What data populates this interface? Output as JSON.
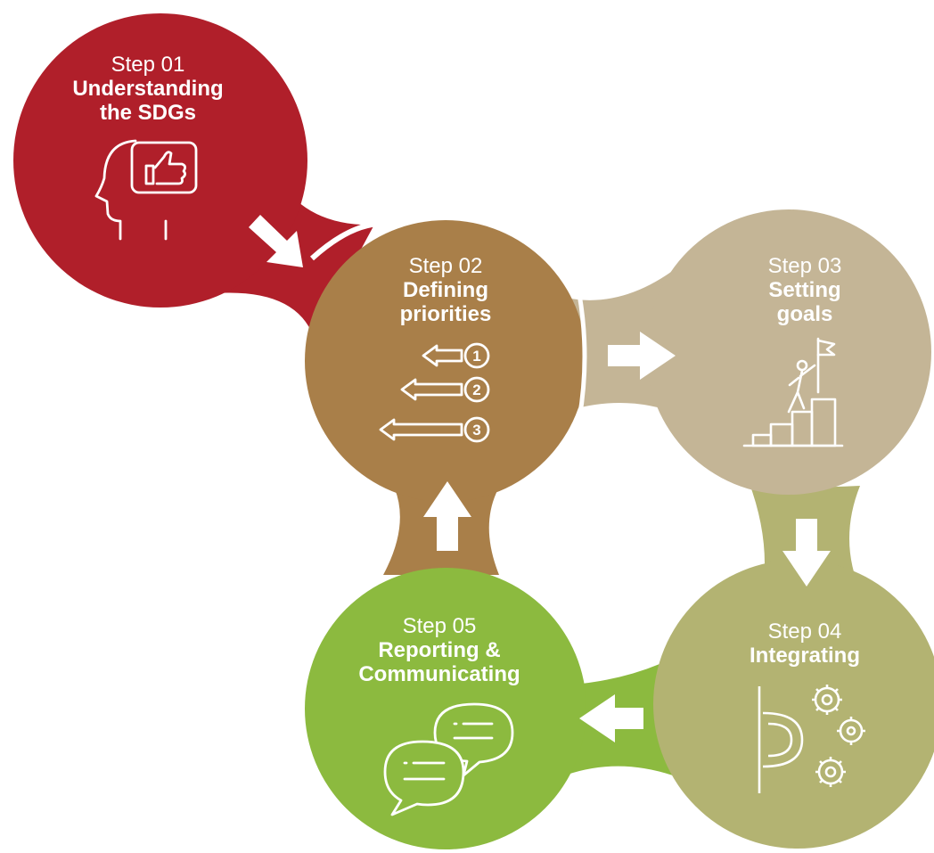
{
  "steps": [
    {
      "number": "Step 01",
      "title_line1": "Understanding",
      "title_line2": "the SDGs",
      "color": "#b01f2a",
      "icon": "head-thumbs-up-icon"
    },
    {
      "number": "Step 02",
      "title_line1": "Defining",
      "title_line2": "priorities",
      "color": "#a97f49",
      "icon": "priority-list-icon"
    },
    {
      "number": "Step 03",
      "title_line1": "Setting",
      "title_line2": "goals",
      "color": "#c4b596",
      "icon": "climbing-flag-icon"
    },
    {
      "number": "Step 04",
      "title_line1": "Integrating",
      "title_line2": "",
      "color": "#b3b372",
      "icon": "gears-icon"
    },
    {
      "number": "Step 05",
      "title_line1": "Reporting &",
      "title_line2": "Communicating",
      "color": "#8cba3f",
      "icon": "speech-bubbles-icon"
    }
  ],
  "priority_numbers": [
    "1",
    "2",
    "3"
  ]
}
